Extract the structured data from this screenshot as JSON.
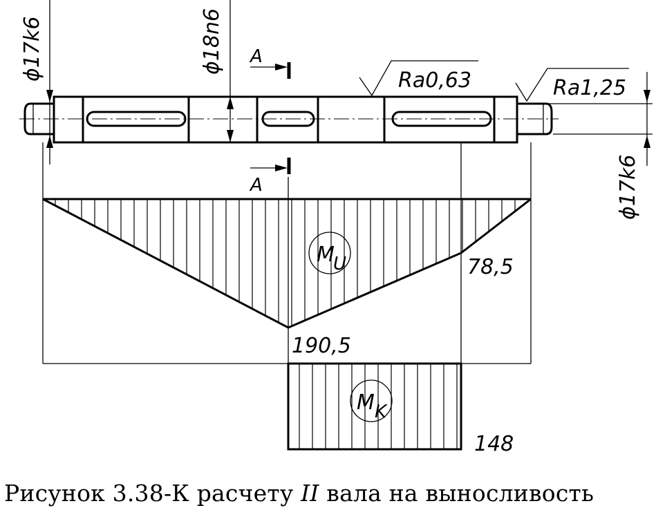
{
  "shaft": {
    "left_diameter": "ϕ17k6",
    "middle_diameter": "ϕ18n6",
    "right_diameter": "ϕ17k6",
    "section_mark_top": "A",
    "section_mark_bottom": "A",
    "roughness_1": "Ra0,63",
    "roughness_2": "Ra1,25"
  },
  "bending_moment": {
    "symbol": "M",
    "subscript": "U",
    "max_value": "190,5",
    "right_value": "78,5"
  },
  "torque": {
    "symbol": "M",
    "subscript": "K",
    "value": "148"
  },
  "caption": {
    "prefix": "Рисунок 3.38-К расчету ",
    "roman": "II",
    "suffix": " вала на выносливость"
  }
}
